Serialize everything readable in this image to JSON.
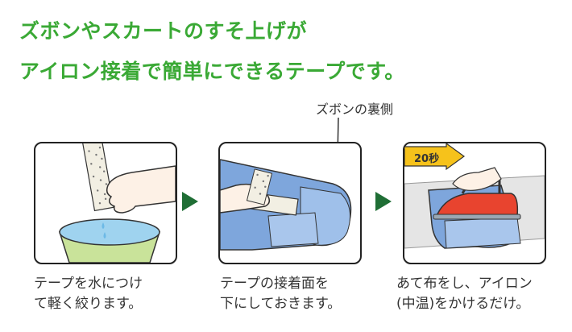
{
  "headline": {
    "line1": "ズボンやスカートのすそ上げが",
    "line2": "アイロン接着で簡単にできるテープです。"
  },
  "callout": {
    "label": "ズボンの裏側"
  },
  "steps": [
    {
      "caption_line1": "テープを水につけ",
      "caption_line2": "て軽く絞ります。"
    },
    {
      "caption_line1": "テープの接着面を",
      "caption_line2": "下にしておきます。"
    },
    {
      "caption_line1": "あて布をし、アイロン",
      "caption_line2": "(中温)をかけるだけ。",
      "timer_label": "20秒"
    }
  ],
  "colors": {
    "headline": "#3aa935",
    "arrow": "#1f6e35",
    "water": "#9fd3ef",
    "bowl": "#c9e39a",
    "pants": "#7ea6dc",
    "iron": "#e8442f",
    "timer": "#f6c21b"
  }
}
